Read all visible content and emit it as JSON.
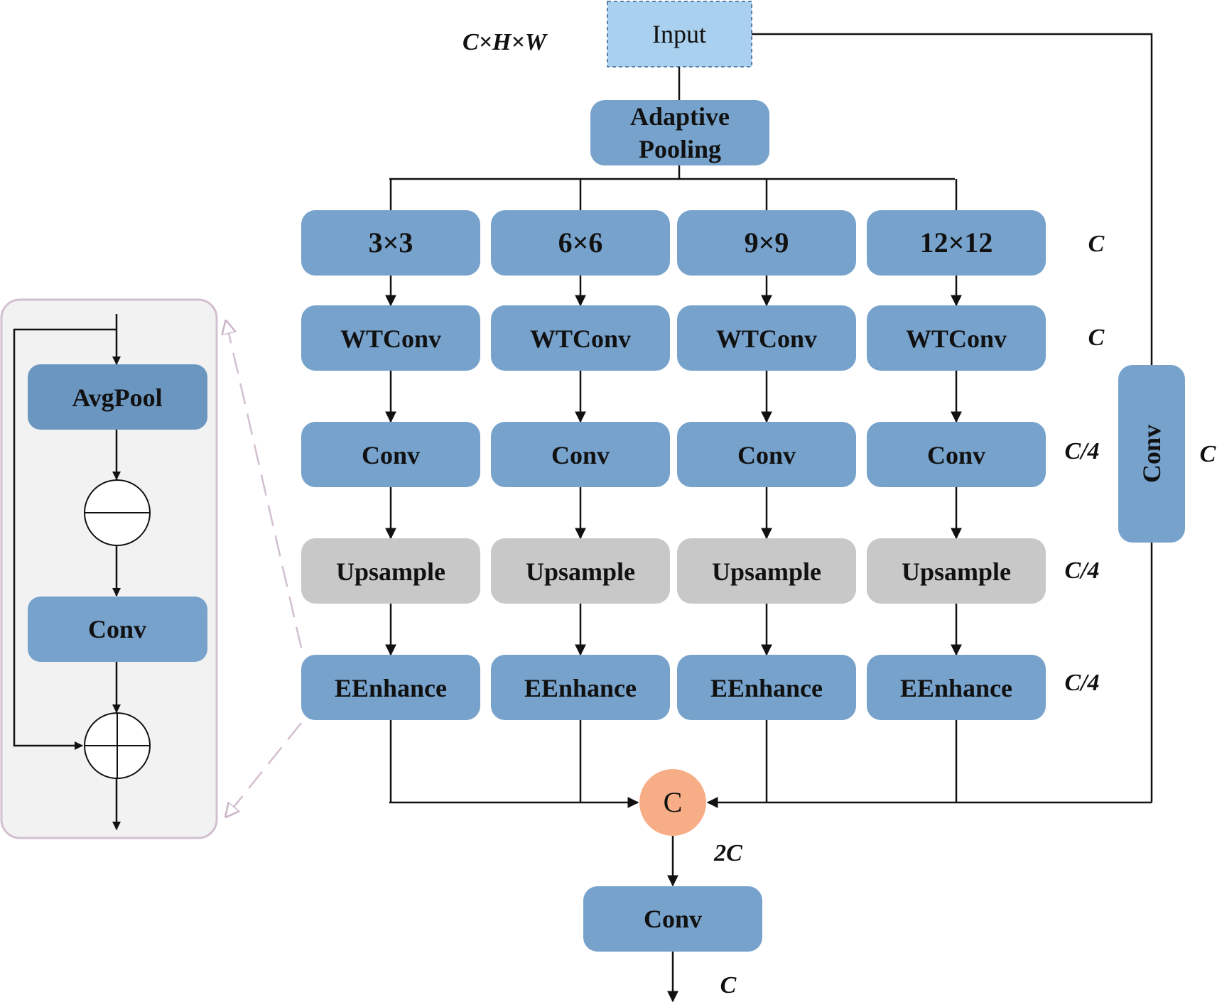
{
  "colors": {
    "block": "#76a2cc",
    "block_dark": "#6b96c0",
    "upsample": "#c8c8c8",
    "input": "#a9d0ee",
    "input_border": "#5a7fa8",
    "concat": "#f7ad86",
    "detail_bg": "#f2f2f2",
    "detail_border": "#d2bfd0",
    "line": "#111111"
  },
  "input": {
    "label": "Input",
    "dims": "C×H×W"
  },
  "adaptive_pooling": {
    "line1": "Adaptive",
    "line2": "Pooling"
  },
  "branches": [
    {
      "scale": "3×3",
      "wtconv": "WTConv",
      "conv": "Conv",
      "upsample": "Upsample",
      "enhance": "EEnhance"
    },
    {
      "scale": "6×6",
      "wtconv": "WTConv",
      "conv": "Conv",
      "upsample": "Upsample",
      "enhance": "EEnhance"
    },
    {
      "scale": "9×9",
      "wtconv": "WTConv",
      "conv": "Conv",
      "upsample": "Upsample",
      "enhance": "EEnhance"
    },
    {
      "scale": "12×12",
      "wtconv": "WTConv",
      "conv": "Conv",
      "upsample": "Upsample",
      "enhance": "EEnhance"
    }
  ],
  "row_dims": {
    "scale": "C",
    "wtconv": "C",
    "conv": "C/4",
    "upsample": "C/4",
    "enhance": "C/4"
  },
  "shortcut": {
    "label": "Conv",
    "dim": "C"
  },
  "concat": {
    "label": "C",
    "dim": "2C"
  },
  "output": {
    "label": "Conv",
    "dim": "C"
  },
  "detail": {
    "avgpool": "AvgPool",
    "conv": "Conv"
  },
  "icons": {
    "subtract": "minus-circle-icon",
    "add": "plus-circle-icon"
  }
}
